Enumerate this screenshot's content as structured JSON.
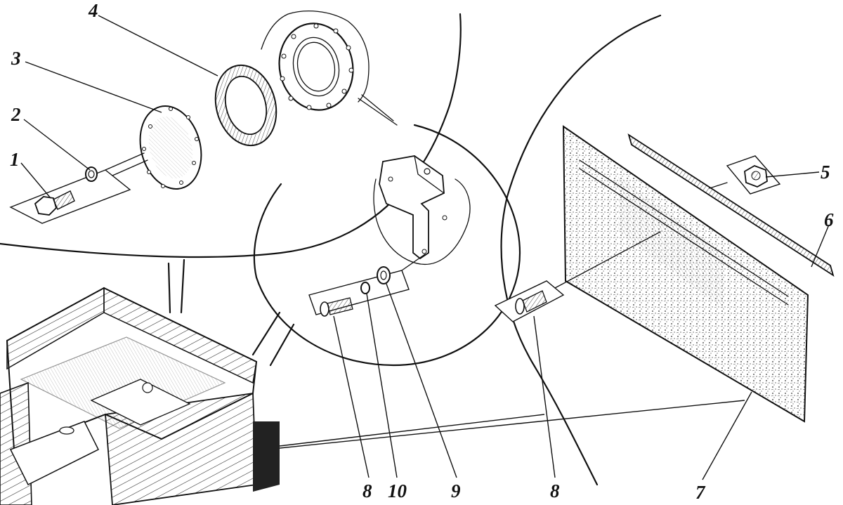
{
  "callouts": {
    "c1": "1",
    "c2": "2",
    "c3": "3",
    "c4": "4",
    "c5": "5",
    "c6": "6",
    "c7": "7",
    "c8a": "8",
    "c8b": "8",
    "c9": "9",
    "c10": "10"
  },
  "colors": {
    "ink": "#111111",
    "paper": "#ffffff"
  }
}
